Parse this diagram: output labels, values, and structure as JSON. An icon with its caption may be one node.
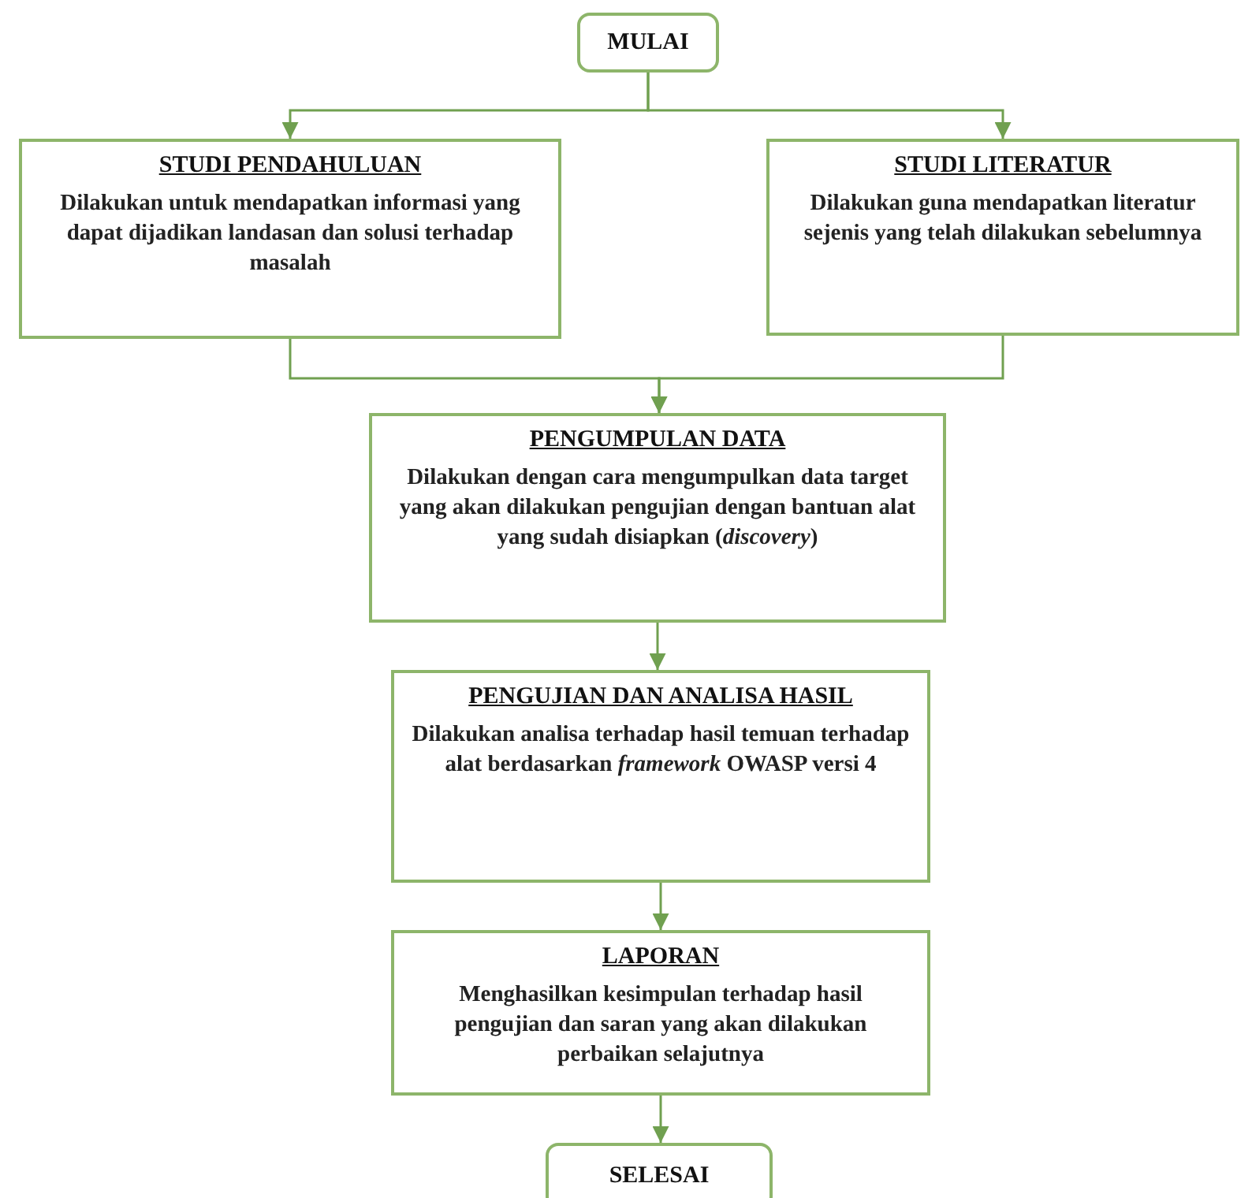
{
  "diagram": {
    "nodes": [
      {
        "text": [
          "MULAI"
        ]
      },
      {
        "text": [
          "STUDI PENDAHULUAN",
          "Dilakukan untuk mendapatkan informasi yang dapat dijadikan landasan dan solusi terhadap masalah"
        ]
      },
      {
        "text": [
          "STUDI LITERATUR",
          "Dilakukan guna mendapatkan literatur sejenis yang telah dilakukan sebelumnya"
        ]
      },
      {
        "text": [
          "PENGUMPULAN DATA",
          "Dilakukan dengan cara mengumpulkan data target yang akan dilakukan pengujian dengan bantuan alat yang sudah disiapkan (*discovery*)"
        ]
      },
      {
        "text": [
          "PENGUJIAN DAN ANALISA HASIL",
          "Dilakukan analisa terhadap hasil temuan terhadap alat berdasarkan *framework* OWASP versi 4"
        ]
      },
      {
        "text": [
          "LAPORAN",
          "Menghasilkan kesimpulan terhadap hasil pengujian dan saran yang akan dilakukan perbaikan selajutnya"
        ]
      },
      {
        "text": [
          "SELESAI"
        ]
      }
    ],
    "edges": [
      {
        "from": 0,
        "to": 1,
        "arrow": "to"
      },
      {
        "from": 0,
        "to": 2,
        "arrow": "to"
      },
      {
        "from": 1,
        "to": 3,
        "arrow": "to"
      },
      {
        "from": 2,
        "to": 3,
        "arrow": "to"
      },
      {
        "from": 3,
        "to": 4,
        "arrow": "to"
      },
      {
        "from": 4,
        "to": 5,
        "arrow": "to"
      },
      {
        "from": 5,
        "to": 6,
        "arrow": "to"
      }
    ]
  }
}
